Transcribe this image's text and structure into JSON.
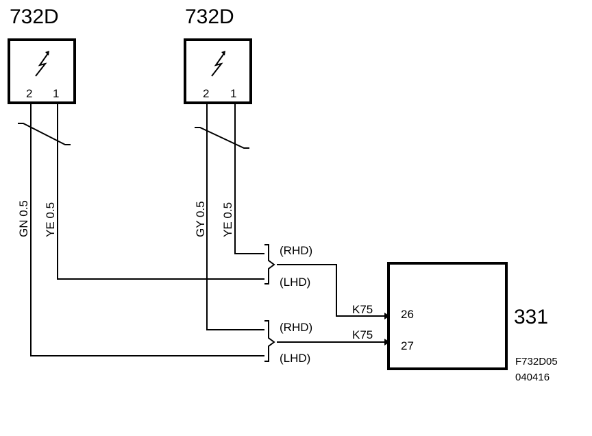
{
  "diagram": {
    "comp_a_label": "732D",
    "comp_b_label": "732D",
    "comp_a_pin2": "2",
    "comp_a_pin1": "1",
    "comp_b_pin2": "2",
    "comp_b_pin1": "1",
    "wire_a2": "GN  0.5",
    "wire_a1": "YE  0.5",
    "wire_b2": "GY  0.5",
    "wire_b1": "YE  0.5",
    "rhd_top": "(RHD)",
    "lhd_top": "(LHD)",
    "rhd_bottom": "(RHD)",
    "lhd_bottom": "(LHD)",
    "conn_upper": "K75",
    "conn_lower": "K75",
    "ecu_pin_upper": "26",
    "ecu_pin_lower": "27",
    "ecu_label": "331",
    "drawing_code": "F732D05",
    "drawing_date": "040416"
  }
}
